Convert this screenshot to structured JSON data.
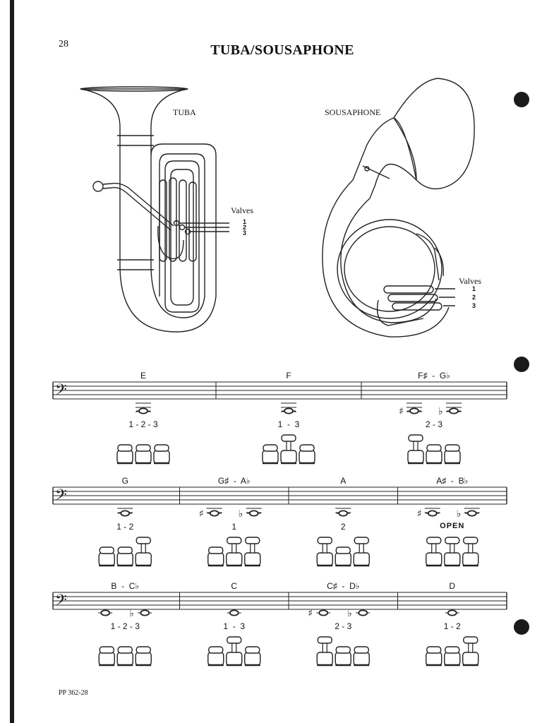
{
  "page": {
    "page_number": "28",
    "title": "TUBA/SOUSAPHONE",
    "footer": "PP 362-28"
  },
  "diagrams": {
    "tuba": {
      "label": "TUBA",
      "valves_label": "Valves",
      "valve_numbers": [
        "1",
        "2",
        "3"
      ]
    },
    "sousaphone": {
      "label": "SOUSAPHONE",
      "valves_label": "Valves",
      "valve_numbers": [
        "1",
        "2",
        "3"
      ]
    }
  },
  "fingering_chart": {
    "rows": [
      {
        "notes": [
          {
            "name": "E",
            "fingering": "1 - 2 - 3",
            "valves_down": [
              1,
              2,
              3
            ],
            "accidentals": []
          },
          {
            "name": "F",
            "fingering": "1  -  3",
            "valves_down": [
              1,
              3
            ],
            "accidentals": []
          },
          {
            "name": "F♯  -  G♭",
            "fingering": "2 - 3",
            "valves_down": [
              2,
              3
            ],
            "accidentals": [
              "♯",
              "♭"
            ]
          }
        ]
      },
      {
        "notes": [
          {
            "name": "G",
            "fingering": "1 - 2",
            "valves_down": [
              1,
              2
            ],
            "accidentals": []
          },
          {
            "name": "G♯  -  A♭",
            "fingering": "1",
            "valves_down": [
              1
            ],
            "accidentals": [
              "♯",
              "♭"
            ]
          },
          {
            "name": "A",
            "fingering": "2",
            "valves_down": [
              2
            ],
            "accidentals": []
          },
          {
            "name": "A♯  -  B♭",
            "fingering": "OPEN",
            "valves_down": [],
            "accidentals": [
              "♯",
              "♭"
            ]
          }
        ]
      },
      {
        "notes": [
          {
            "name": "B  -  C♭",
            "fingering": "1 - 2 - 3",
            "valves_down": [
              1,
              2,
              3
            ],
            "accidentals": [
              "",
              "♭"
            ]
          },
          {
            "name": "C",
            "fingering": "1  -  3",
            "valves_down": [
              1,
              3
            ],
            "accidentals": []
          },
          {
            "name": "C♯  -  D♭",
            "fingering": "2 - 3",
            "valves_down": [
              2,
              3
            ],
            "accidentals": [
              "♯",
              "♭"
            ]
          },
          {
            "name": "D",
            "fingering": "1 - 2",
            "valves_down": [
              1,
              2
            ],
            "accidentals": []
          }
        ]
      }
    ]
  }
}
